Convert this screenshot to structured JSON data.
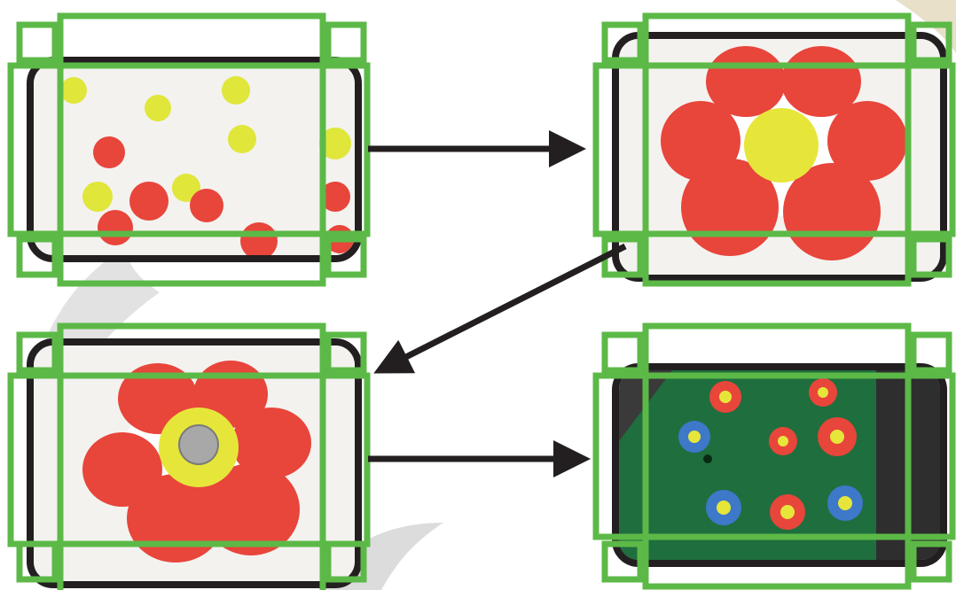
{
  "colors": {
    "frame_green": "#5cb947",
    "frame_black": "#231f20",
    "arrow": "#231f20",
    "clay_red": "#e8453b",
    "clay_yellow": "#e6e63a",
    "clay_blue": "#3d78c9",
    "board_green": "#1f6e3e",
    "paper_white": "#f3f2ef",
    "leaf_gray": "#d9d9d9"
  },
  "steps": [
    {
      "id": "step-1",
      "depicts": "loose-clay-balls-photo"
    },
    {
      "id": "step-2",
      "depicts": "clay-flower-photo"
    },
    {
      "id": "step-3",
      "depicts": "clay-flower-with-magnet-photo"
    },
    {
      "id": "step-4",
      "depicts": "flowers-on-board-photo"
    }
  ],
  "icons": {
    "arrow": "arrow-right-icon",
    "leaf": "leaf-decoration-icon"
  }
}
